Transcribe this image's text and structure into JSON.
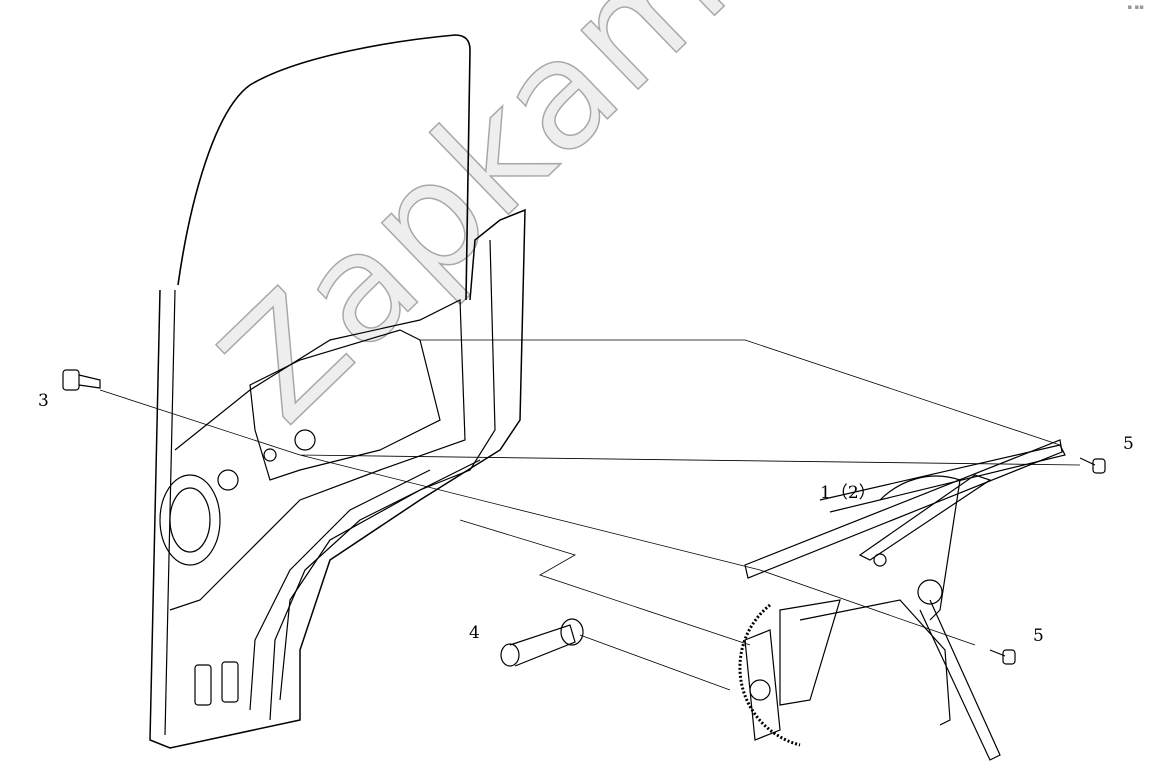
{
  "callouts": {
    "part1": "1（2）",
    "part3": "3",
    "part4": "4",
    "part5_upper": "5",
    "part5_lower": "5"
  },
  "watermark": "Zapkam.ru",
  "corner_mark": "▪ ▪▪"
}
